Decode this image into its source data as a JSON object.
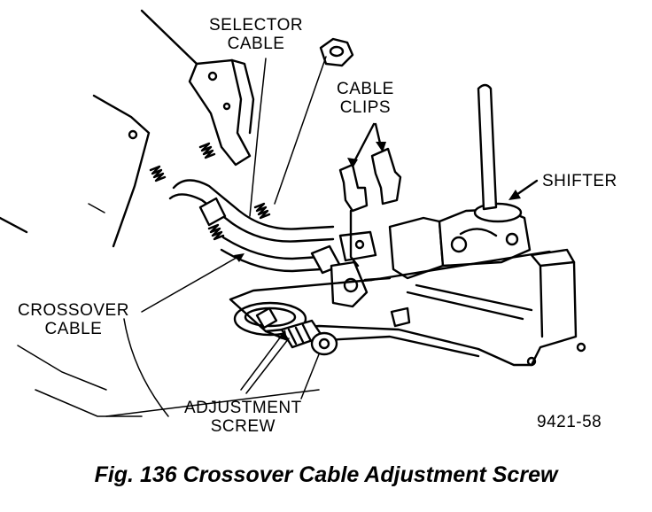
{
  "labels": {
    "selector_cable": [
      "SELECTOR",
      "CABLE"
    ],
    "cable_clips": [
      "CABLE",
      "CLIPS"
    ],
    "shifter": "SHIFTER",
    "crossover_cable": [
      "CROSSOVER",
      "CABLE"
    ],
    "adjustment_screw": [
      "ADJUSTMENT",
      "SCREW"
    ],
    "part_number": "9421-58"
  },
  "caption": "Fig. 136 Crossover Cable Adjustment Screw"
}
